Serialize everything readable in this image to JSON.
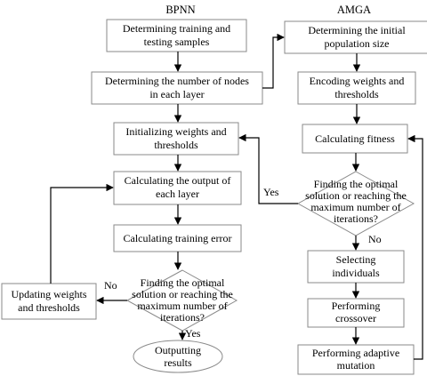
{
  "headers": {
    "left": "BPNN",
    "right": "AMGA"
  },
  "bpnn": {
    "determine_samples": [
      "Determining training and",
      "testing samples"
    ],
    "determine_nodes": [
      "Determining the number of nodes",
      "in each layer"
    ],
    "init_weights": [
      "Initializing weights and",
      "thresholds"
    ],
    "calc_output": [
      "Calculating the output of",
      "each layer"
    ],
    "calc_error": [
      "Calculating training error"
    ],
    "decision": [
      "Finding the optimal",
      "solution or reaching the",
      "maximum number of",
      "iterations?"
    ],
    "update_weights": [
      "Updating weights",
      "and thresholds"
    ],
    "output_results": [
      "Outputting",
      "results"
    ],
    "label_no": "No",
    "label_yes": "Yes"
  },
  "amga": {
    "init_population": [
      "Determining the initial",
      "population size"
    ],
    "encode_weights": [
      "Encoding weights and",
      "thresholds"
    ],
    "calc_fitness": [
      "Calculating fitness"
    ],
    "decision": [
      "Finding the optimal",
      "solution or reaching the",
      "maximum number of",
      "iterations?"
    ],
    "select": [
      "Selecting",
      "individuals"
    ],
    "crossover": [
      "Performing",
      "crossover"
    ],
    "mutation": [
      "Performing adaptive",
      "mutation"
    ],
    "label_yes": "Yes",
    "label_no": "No"
  }
}
